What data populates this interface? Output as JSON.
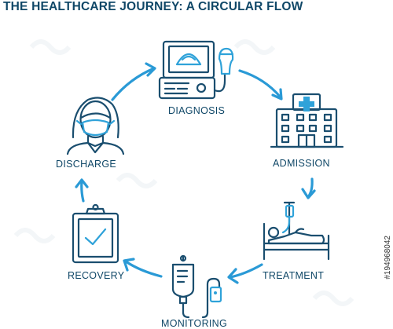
{
  "title": "THE HEALTHCARE JOURNEY: A CIRCULAR FLOW",
  "colors": {
    "primary": "#1a4e6f",
    "accent": "#2a9ad6",
    "background": "#ffffff"
  },
  "steps": [
    {
      "label": "DIAGNOSIS",
      "icon": "ultrasound-machine-icon"
    },
    {
      "label": "ADMISSION",
      "icon": "hospital-building-icon"
    },
    {
      "label": "TREATMENT",
      "icon": "hospital-bed-patient-icon"
    },
    {
      "label": "MONITORING",
      "icon": "iv-drip-bag-icon"
    },
    {
      "label": "RECOVERY",
      "icon": "clipboard-check-icon"
    },
    {
      "label": "DISCHARGE",
      "icon": "nurse-with-mask-icon"
    }
  ],
  "stock_id": "#194968042"
}
